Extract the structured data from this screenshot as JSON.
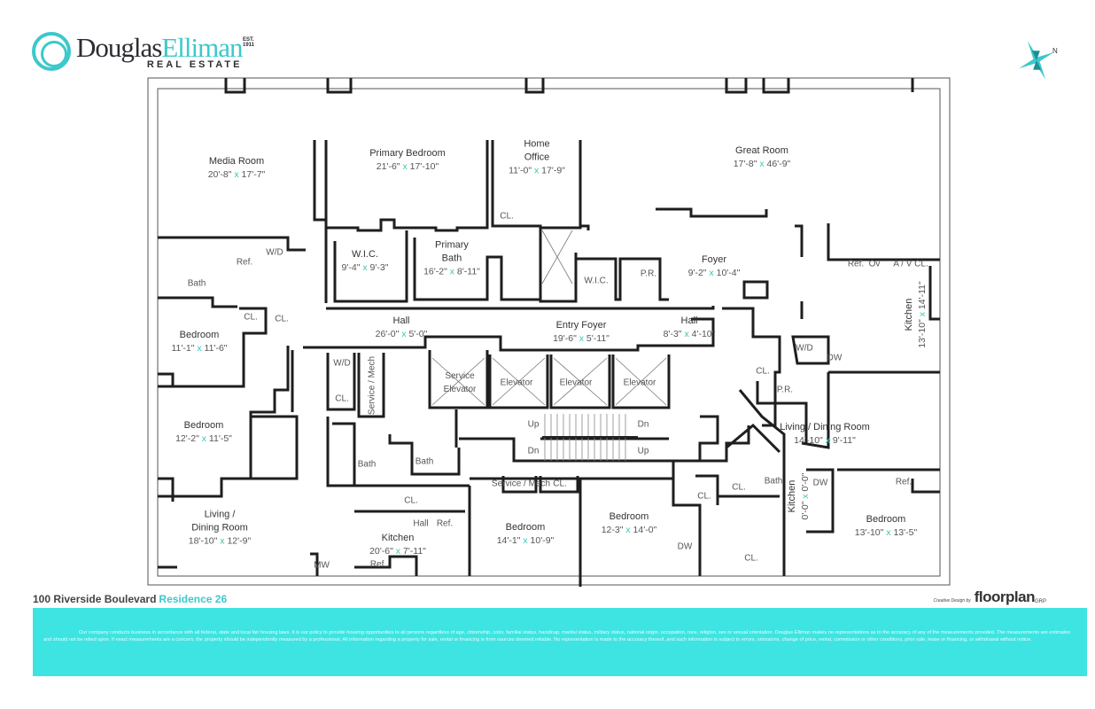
{
  "brand": {
    "name_part1": "Douglas",
    "name_part2": "Elliman",
    "established": "EST. 1911",
    "subtitle": "REAL ESTATE",
    "color": "#3cc8cc"
  },
  "compass": {
    "north_label": "N",
    "icon": "compass-rose-icon"
  },
  "dim_sep": "x",
  "rooms": [
    {
      "name": "Media Room",
      "w": "20'-8\"",
      "h": "17'-7\""
    },
    {
      "name": "Primary Bedroom",
      "w": "21'-6\"",
      "h": "17'-10\""
    },
    {
      "name": "Home\nOffice",
      "w": "11'-0\"",
      "h": "17'-9\""
    },
    {
      "name": "Great Room",
      "w": "17'-8\"",
      "h": "46'-9\""
    },
    {
      "name": "W.I.C.",
      "w": "9'-4\"",
      "h": "9'-3\""
    },
    {
      "name": "Primary\nBath",
      "w": "16'-2\"",
      "h": "8'-11\""
    },
    {
      "name": "Foyer",
      "w": "9'-2\"",
      "h": "10'-4\""
    },
    {
      "name": "Kitchen",
      "w": "13'-10\"",
      "h": "14'-11\""
    },
    {
      "name": "Hall",
      "w": "26'-0\"",
      "h": "5'-0\""
    },
    {
      "name": "Entry Foyer",
      "w": "19'-6\"",
      "h": "5'-11\""
    },
    {
      "name": "Hall",
      "w": "8'-3\"",
      "h": "4'-10\""
    },
    {
      "name": "Bedroom",
      "w": "11'-1\"",
      "h": "11'-6\""
    },
    {
      "name": "Living / Dining Room",
      "w": "14'-10\"",
      "h": "9'-11\""
    },
    {
      "name": "Bedroom",
      "w": "12'-2\"",
      "h": "11'-5\""
    },
    {
      "name": "Kitchen",
      "w": "20'-6\"",
      "h": "7'-11\""
    },
    {
      "name": "Living /\nDining Room",
      "w": "18'-10\"",
      "h": "12'-9\""
    },
    {
      "name": "Bedroom",
      "w": "14'-1\"",
      "h": "10'-9\""
    },
    {
      "name": "Bedroom",
      "w": "12-3\"",
      "h": "14'-0\""
    },
    {
      "name": "Kitchen",
      "w": "0'-0\"",
      "h": "0'-0\""
    },
    {
      "name": "Bedroom",
      "w": "13'-10\"",
      "h": "13'-5\""
    }
  ],
  "fixtures": [
    "Bath",
    "Ref.",
    "W/D",
    "CL.",
    "CL.",
    "CL.",
    "W.I.C.",
    "P.R.",
    "Ref.",
    "Ov",
    "A / V CL.",
    "W/D",
    "Service / Mech",
    "CL.",
    "Service\nElevator",
    "Elevator",
    "Elevator",
    "Elevator",
    "CL.",
    "P.R.",
    "W/D",
    "DW",
    "Bath",
    "Up",
    "Dn",
    "Dn",
    "Up",
    "Bath",
    "Service / Mech",
    "CL.",
    "CL.",
    "Hall",
    "Ref.",
    "Ref.",
    "MW",
    "DW",
    "CL.",
    "CL.",
    "Bath",
    "DW",
    "Ref.",
    "CL.",
    "Bath"
  ],
  "footer": {
    "address": "100 Riverside Boulevard",
    "residence": "Residence 26",
    "credit_prefix": "Creative Design by",
    "credit_brand": "floorplan",
    "credit_suffix": "GRP"
  },
  "disclaimer": "Our company conducts business in accordance with all federal, state and local fair housing laws. It is our policy to provide housing opportunities to all persons regardless of age, citizenship, color, familial status, handicap, marital status, military status, national origin, occupation, race, religion, sex or sexual orientation. Douglas Elliman makes no representations as to the accuracy of any of the measurements provided. The measurements are estimates and should not be relied upon. If exact measurements are a concern, the property should be independently measured by a professional. All information regarding a property for sale, rental or financing is from sources deemed reliable. No representation is made to the accuracy thereof, and such information is subject to errors, omissions, change of price, rental, commission or other conditions, prior sale, lease or financing, or withdrawal without notice.",
  "band_color": "#3ee4e1"
}
